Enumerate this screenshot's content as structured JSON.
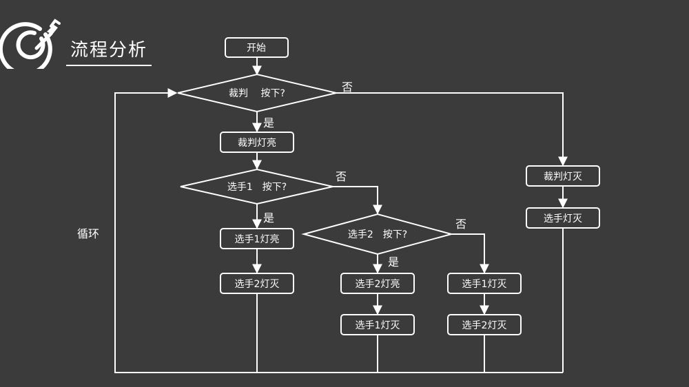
{
  "header": {
    "title": "流程分析",
    "icon": "target-arrow-icon"
  },
  "nodes": {
    "start": "开始",
    "judge_decision": "裁判　 按下?",
    "judge_light_on": "裁判灯亮",
    "p1_decision": "选手1　按下?",
    "p1_light_on": "选手1灯亮",
    "p2_light_off_a": "选手2灯灭",
    "p2_decision": "选手2　按下?",
    "p2_light_on": "选手2灯亮",
    "p1_light_off_a": "选手1灯灭",
    "p1_light_off_b": "选手1灯灭",
    "p2_light_off_b": "选手2灯灭",
    "judge_light_off": "裁判灯灭",
    "players_light_off": "选手灯灭"
  },
  "edge_labels": {
    "judge_no": "否",
    "judge_yes": "是",
    "p1_no": "否",
    "p1_yes": "是",
    "p2_no": "否",
    "p2_yes": "是",
    "loop": "循环"
  },
  "colors": {
    "background": "#3b3b3b",
    "foreground": "#ffffff"
  }
}
